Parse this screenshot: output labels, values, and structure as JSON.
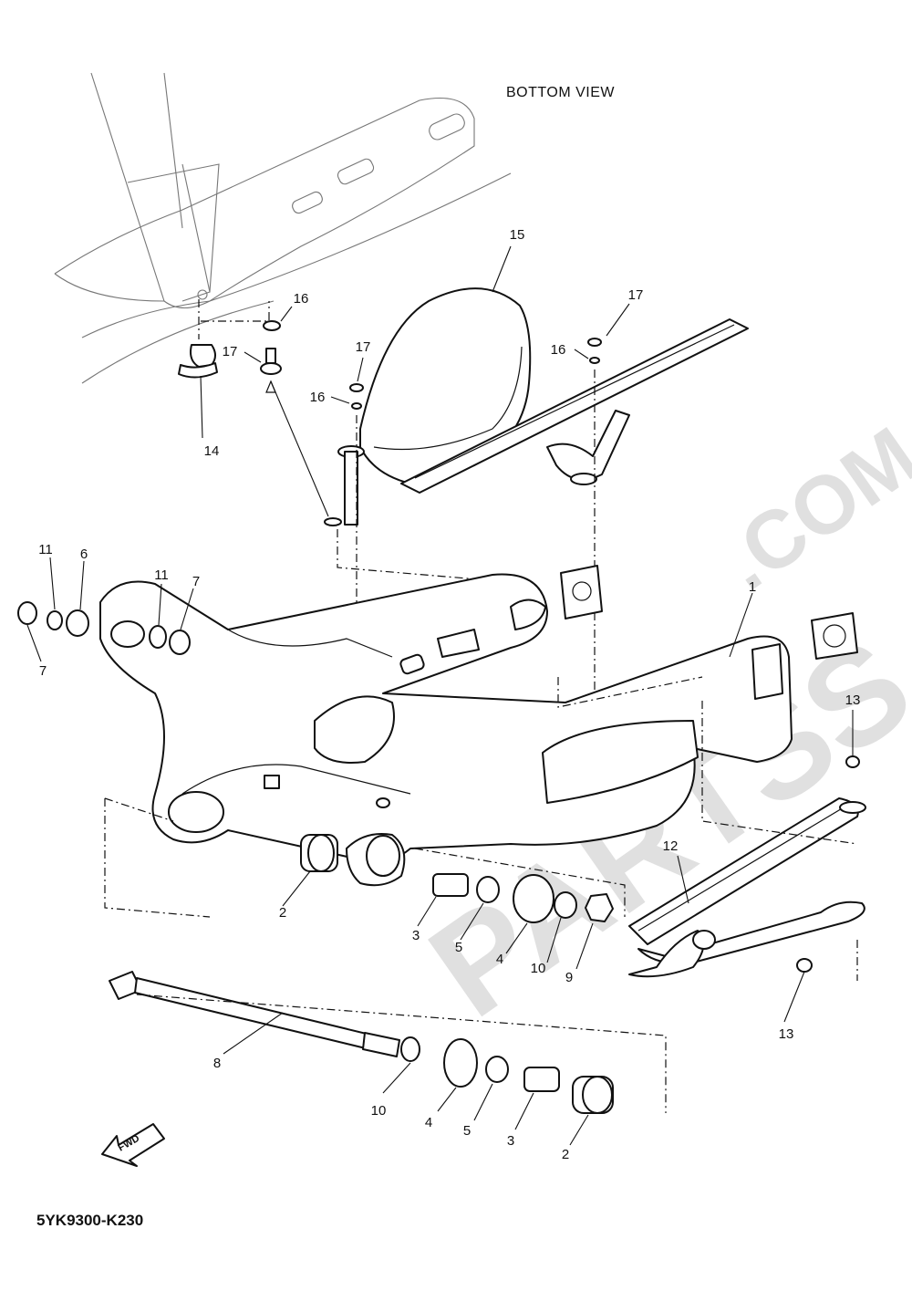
{
  "view_title": "BOTTOM VIEW",
  "diagram_code": "5YK9300-K230",
  "fwd_label": "FWD",
  "watermark": {
    "main": "PARTSS",
    "suffix": ".COM"
  },
  "callouts": {
    "c1": "1",
    "c2a": "2",
    "c2b": "2",
    "c3a": "3",
    "c3b": "3",
    "c4a": "4",
    "c4b": "4",
    "c5a": "5",
    "c5b": "5",
    "c6": "6",
    "c7a": "7",
    "c7b": "7",
    "c8": "8",
    "c9": "9",
    "c10a": "10",
    "c10b": "10",
    "c11a": "11",
    "c11b": "11",
    "c12": "12",
    "c13a": "13",
    "c13b": "13",
    "c14": "14",
    "c15": "15",
    "c16a": "16",
    "c16b": "16",
    "c16c": "16",
    "c17a": "17",
    "c17b": "17",
    "c17c": "17"
  },
  "colors": {
    "line": "#111111",
    "watermark": "#c8c8c8",
    "background": "#ffffff"
  }
}
